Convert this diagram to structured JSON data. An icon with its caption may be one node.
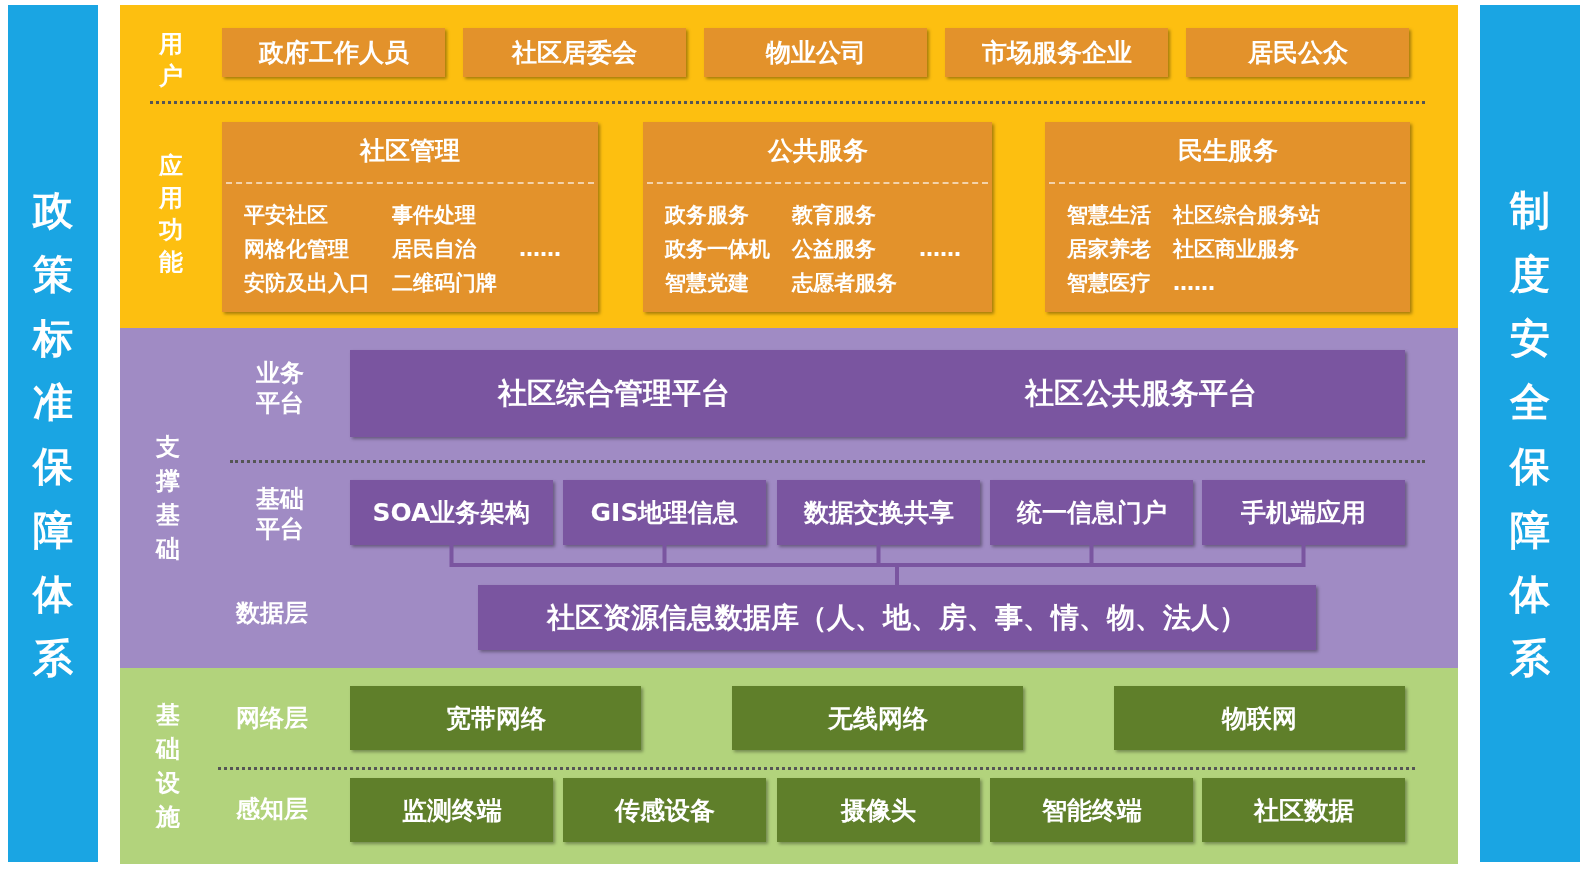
{
  "diagram": {
    "nodes": [
      {
        "text": [
          "政策标准保障体系"
        ]
      },
      {
        "text": [
          "制度安全保障体系"
        ]
      },
      {
        "text": [],
        "shape": "box"
      },
      {
        "text": [
          "政府工作人员"
        ],
        "in": 2
      },
      {
        "text": [
          "社区居委会"
        ],
        "in": 2
      },
      {
        "text": [
          "物业公司"
        ],
        "in": 2
      },
      {
        "text": [
          "市场服务企业"
        ],
        "in": 2
      },
      {
        "text": [
          "居民公众"
        ],
        "in": 2
      },
      {
        "text": [
          "社区管理",
          "平安社区",
          "事件处理",
          "网格化管理",
          "居民自治",
          "安防及出入口",
          "二维码门牌",
          "……"
        ],
        "in": 2
      },
      {
        "text": [
          "公共服务",
          "政务服务",
          "教育服务",
          "政务一体机",
          "公益服务",
          "智慧党建",
          "志愿者服务",
          "……"
        ],
        "in": 2
      },
      {
        "text": [
          "民生服务",
          "智慧生活",
          "社区综合服务站",
          "居家养老",
          "社区商业服务",
          "智慧医疗",
          "……"
        ],
        "in": 2
      },
      {
        "text": [
          "支撑基础"
        ]
      },
      {
        "text": [
          "社区综合管理平台",
          "社区公共服务平台"
        ],
        "in": 11
      },
      {
        "text": [
          "SOA业务架构"
        ],
        "in": 11
      },
      {
        "text": [
          "GIS地理信息"
        ],
        "in": 11
      },
      {
        "text": [
          "数据交换共享"
        ],
        "in": 11
      },
      {
        "text": [
          "统一信息门户"
        ],
        "in": 11
      },
      {
        "text": [
          "手机端应用"
        ],
        "in": 11
      },
      {
        "text": [
          "社区资源信息数据库（人、地、房、事、情、物、法人）"
        ],
        "in": 11
      },
      {
        "text": [
          "基础设施"
        ]
      },
      {
        "text": [
          "宽带网络"
        ],
        "in": 19
      },
      {
        "text": [
          "无线网络"
        ],
        "in": 19
      },
      {
        "text": [
          "物联网"
        ],
        "in": 19
      },
      {
        "text": [
          "监测终端"
        ],
        "in": 19
      },
      {
        "text": [
          "传感设备"
        ],
        "in": 19
      },
      {
        "text": [
          "摄像头"
        ],
        "in": 19
      },
      {
        "text": [
          "智能终端"
        ],
        "in": 19
      },
      {
        "text": [
          "社区数据"
        ],
        "in": 19
      }
    ],
    "edges": [
      {
        "from": 13,
        "to": 18,
        "arrow": "none"
      },
      {
        "from": 14,
        "to": 18,
        "arrow": "none"
      },
      {
        "from": 15,
        "to": 18,
        "arrow": "none"
      },
      {
        "from": 16,
        "to": 18,
        "arrow": "none"
      },
      {
        "from": 17,
        "to": 18,
        "arrow": "none"
      }
    ],
    "labels": [
      "用户",
      "应用功能",
      "业务平台",
      "基础平台",
      "数据层",
      "网络层",
      "感知层"
    ]
  }
}
